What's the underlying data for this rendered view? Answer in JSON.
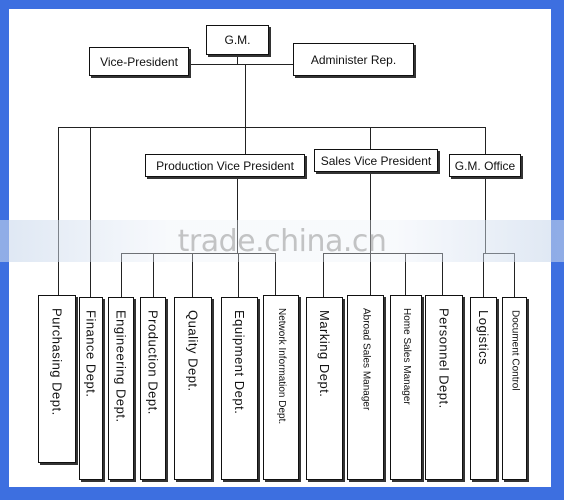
{
  "colors": {
    "frame": "#3d6fe0",
    "line": "#222222",
    "box_border": "#111111",
    "watermark": "#969696"
  },
  "top": {
    "gm": "G.M.",
    "vice_president": "Vice-President",
    "administer_rep": "Administer Rep."
  },
  "middle": {
    "production_vp": "Production Vice President",
    "sales_vp": "Sales Vice President",
    "gm_office": "G.M. Office"
  },
  "departments": [
    "Purchasing Dept.",
    "Finance Dept.",
    "Engineering Dept.",
    "Production Dept.",
    "Quality Dept.",
    "Equipment Dept.",
    "Network Information Dept.",
    "Marking Dept.",
    "Abroad Sales Manager",
    "Home Sales Manager",
    "Personnel Dept.",
    "Logistics",
    "Document Control"
  ],
  "watermark": "trade.china.cn"
}
